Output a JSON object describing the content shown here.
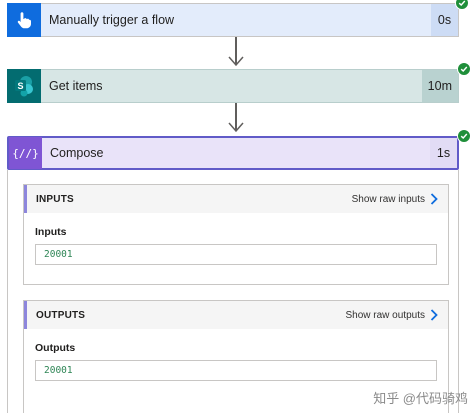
{
  "steps": {
    "trigger": {
      "title": "Manually trigger a flow",
      "duration": "0s",
      "icon": "hand-pointer-icon",
      "color": "#0f6cde"
    },
    "get_items": {
      "title": "Get items",
      "duration": "10m",
      "icon": "sharepoint-icon",
      "icon_letter": "S",
      "color": "#036c70"
    },
    "compose": {
      "title": "Compose",
      "duration": "1s",
      "icon": "curly-braces-icon",
      "icon_text": "{∕∕}",
      "color": "#7f55d4"
    }
  },
  "compose_details": {
    "inputs": {
      "header": "INPUTS",
      "show_raw_label": "Show raw inputs",
      "field_label": "Inputs",
      "value": "20001"
    },
    "outputs": {
      "header": "OUTPUTS",
      "show_raw_label": "Show raw outputs",
      "field_label": "Outputs",
      "value": "20001"
    }
  },
  "status_color": "#1f8f3a",
  "watermark": "知乎 @代码骑鸡"
}
